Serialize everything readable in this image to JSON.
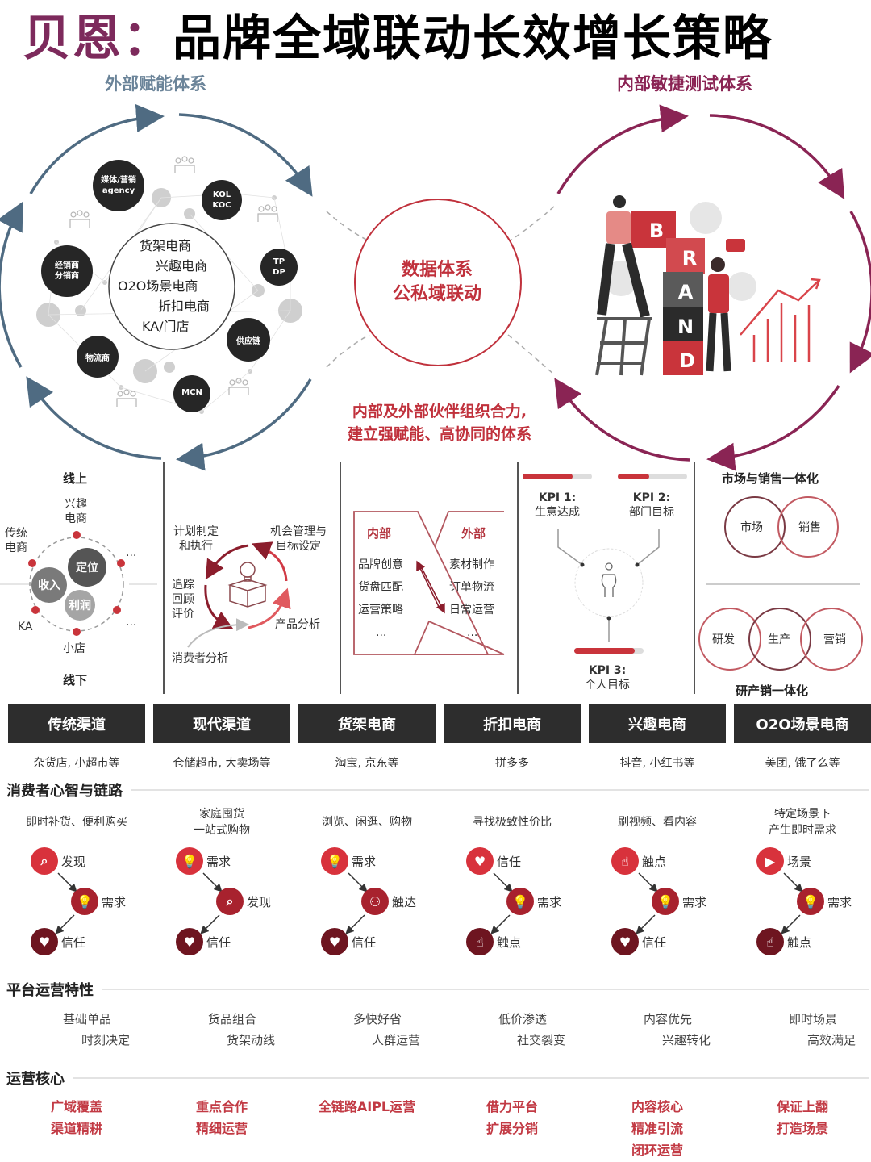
{
  "header": {
    "brand": "贝恩：",
    "title": "品牌全域联动长效增长策略"
  },
  "top": {
    "left_heading": "外部赋能体系",
    "right_heading": "内部敏捷测试体系",
    "external_nodes": [
      {
        "line1": "媒体/营销",
        "line2": "agency"
      },
      {
        "line1": "KOL",
        "line2": "KOC"
      },
      {
        "line1": "TP",
        "line2": "DP"
      },
      {
        "line1": "供应链",
        "line2": ""
      },
      {
        "line1": "MCN",
        "line2": ""
      },
      {
        "line1": "物流商",
        "line2": ""
      },
      {
        "line1": "经销商",
        "line2": "分销商"
      }
    ],
    "center_channels": [
      "货架电商",
      "兴趣电商",
      "O2O场景电商",
      "折扣电商",
      "KA/门店"
    ],
    "data_circle": {
      "line1": "数据体系",
      "line2": "公私域联动"
    },
    "partner_text": {
      "line1": "内部及外部伙伴组织合力,",
      "line2": "建立强赋能、高协同的体系"
    },
    "brand_blocks": [
      "B",
      "R",
      "A",
      "N",
      "D"
    ],
    "colors": {
      "blue_arrow": "#4f6b82",
      "purple_arrow": "#8a2454",
      "red": "#c0313c",
      "dark": "#2d2d2d"
    }
  },
  "panels": {
    "channels": {
      "online": "线上",
      "offline": "线下",
      "interest": "兴趣\n电商",
      "interest_l1": "兴趣",
      "interest_l2": "电商",
      "traditional_l1": "传统",
      "traditional_l2": "电商",
      "ka": "KA",
      "small_store": "小店",
      "ellipsis": "...",
      "bubbles": [
        "定位",
        "收入",
        "利润"
      ]
    },
    "cycle": {
      "plan_l1": "计划制定",
      "plan_l2": "和执行",
      "opp_l1": "机会管理与",
      "opp_l2": "目标设定",
      "track_l1": "追踪",
      "track_l2": "回顾",
      "track_l3": "评价",
      "product": "产品分析",
      "consumer": "消费者分析"
    },
    "inout": {
      "internal_title": "内部",
      "external_title": "外部",
      "internal_items": [
        "品牌创意",
        "货盘匹配",
        "运营策略",
        "..."
      ],
      "external_items": [
        "素材制作",
        "订单物流",
        "日常运营",
        "..."
      ]
    },
    "kpi": {
      "kpi1_title": "KPI 1:",
      "kpi1_label": "生意达成",
      "kpi2_title": "KPI 2:",
      "kpi2_label": "部门目标",
      "kpi3_title": "KPI 3:",
      "kpi3_label": "个人目标"
    },
    "integration": {
      "top_title": "市场与销售一体化",
      "market": "市场",
      "sales": "销售",
      "rd": "研发",
      "production": "生产",
      "marketing": "营销",
      "bottom_title": "研产销一体化"
    }
  },
  "channels": [
    {
      "name": "传统渠道",
      "examples": "杂货店, 小超市等",
      "mindset": [
        "即时补货、便利购买"
      ],
      "flow": [
        {
          "icon": "search",
          "label": "发现"
        },
        {
          "icon": "bulb",
          "label": "需求"
        },
        {
          "icon": "heart",
          "label": "信任"
        }
      ],
      "feature": [
        "基础单品",
        "时刻决定"
      ],
      "core": [
        "广域覆盖",
        "渠道精耕"
      ]
    },
    {
      "name": "现代渠道",
      "examples": "仓储超市, 大卖场等",
      "mindset": [
        "家庭囤货",
        "一站式购物"
      ],
      "flow": [
        {
          "icon": "bulb",
          "label": "需求"
        },
        {
          "icon": "search",
          "label": "发现"
        },
        {
          "icon": "heart",
          "label": "信任"
        }
      ],
      "feature": [
        "货品组合",
        "货架动线"
      ],
      "core": [
        "重点合作",
        "精细运营"
      ]
    },
    {
      "name": "货架电商",
      "examples": "淘宝, 京东等",
      "mindset": [
        "浏览、闲逛、购物"
      ],
      "flow": [
        {
          "icon": "bulb",
          "label": "需求"
        },
        {
          "icon": "people",
          "label": "触达"
        },
        {
          "icon": "heart",
          "label": "信任"
        }
      ],
      "feature": [
        "多快好省",
        "人群运营"
      ],
      "core": [
        "全链路AIPL运营"
      ]
    },
    {
      "name": "折扣电商",
      "examples": "拼多多",
      "mindset": [
        "寻找极致性价比"
      ],
      "flow": [
        {
          "icon": "heart",
          "label": "信任"
        },
        {
          "icon": "bulb",
          "label": "需求"
        },
        {
          "icon": "touch",
          "label": "触点"
        }
      ],
      "feature": [
        "低价渗透",
        "社交裂变"
      ],
      "core": [
        "借力平台",
        "扩展分销"
      ]
    },
    {
      "name": "兴趣电商",
      "examples": "抖音, 小红书等",
      "mindset": [
        "刷视频、看内容"
      ],
      "flow": [
        {
          "icon": "touch",
          "label": "触点"
        },
        {
          "icon": "bulb",
          "label": "需求"
        },
        {
          "icon": "heart",
          "label": "信任"
        }
      ],
      "feature": [
        "内容优先",
        "兴趣转化"
      ],
      "core": [
        "内容核心",
        "精准引流",
        "闭环运营"
      ]
    },
    {
      "name": "O2O场景电商",
      "examples": "美团, 饿了么等",
      "mindset": [
        "特定场景下",
        "产生即时需求"
      ],
      "flow": [
        {
          "icon": "scene",
          "label": "场景"
        },
        {
          "icon": "bulb",
          "label": "需求"
        },
        {
          "icon": "touch",
          "label": "触点"
        }
      ],
      "feature": [
        "即时场景",
        "高效满足"
      ],
      "core": [
        "保证上翻",
        "打造场景"
      ]
    }
  ],
  "sections": {
    "mindset": "消费者心智与链路",
    "features": "平台运营特性",
    "core": "运营核心"
  },
  "icons": {
    "search": "⌕",
    "bulb": "💡",
    "heart": "♥",
    "people": "⚇",
    "touch": "☝",
    "scene": "▶"
  }
}
